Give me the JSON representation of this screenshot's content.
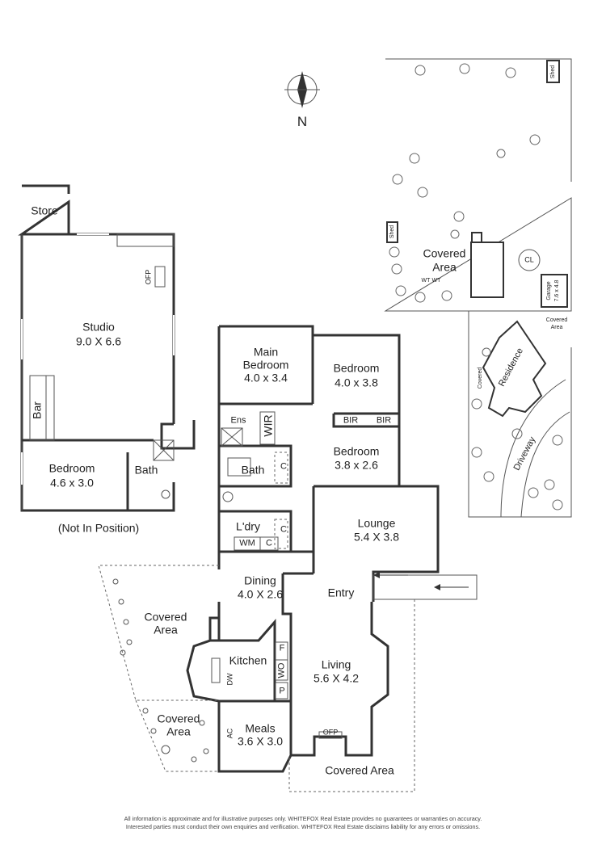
{
  "compass": {
    "label": "N"
  },
  "studio": {
    "store": "Store",
    "studio_name": "Studio",
    "studio_dim": "9.0 X 6.6",
    "ofp": "OFP",
    "bar": "Bar",
    "bedroom_name": "Bedroom",
    "bedroom_dim": "4.6 x 3.0",
    "bath": "Bath",
    "not_in_position": "(Not In Position)"
  },
  "house": {
    "main_bedroom_name": "Main\nBedroom",
    "main_bedroom_dim": "4.0 x 3.4",
    "bedroom2_name": "Bedroom",
    "bedroom2_dim": "4.0 x 3.8",
    "bedroom3_name": "Bedroom",
    "bedroom3_dim": "3.8 x 2.6",
    "ens": "Ens",
    "wir": "WIR",
    "bir1": "BIR",
    "bir2": "BIR",
    "bath": "Bath",
    "c1": "C",
    "c2": "C",
    "c3": "C",
    "laundry": "L'dry",
    "wm": "WM",
    "lounge_name": "Lounge",
    "lounge_dim": "5.4 X 3.8",
    "dining_name": "Dining",
    "dining_dim": "4.0 X 2.6",
    "entry": "Entry",
    "kitchen": "Kitchen",
    "dw": "DW",
    "f": "F",
    "wo": "WO",
    "p": "P",
    "living_name": "Living",
    "living_dim": "5.6 X 4.2",
    "ofp": "OFP",
    "meals_name": "Meals",
    "meals_dim": "3.6 X 3.0",
    "ac": "AC",
    "covered1_a": "Covered",
    "covered1_b": "Area",
    "covered2_a": "Covered",
    "covered2_b": "Area",
    "covered3": "Covered Area"
  },
  "site": {
    "shed1": "Shed",
    "shed2": "Shed",
    "covered_a": "Covered",
    "covered_b": "Area",
    "wt1": "WT",
    "wt2": "WT",
    "cl": "CL",
    "garage_a": "Garage",
    "garage_b": "7.6 x 4.8",
    "covered_area_small_a": "Covered",
    "covered_area_small_b": "Area",
    "covered_small": "Covered",
    "residence": "Residence",
    "driveway": "Driveway"
  },
  "disclaimer": {
    "line1": "All information is approximate and for illustrative purposes only. WHITEFOX Real Estate provides no guarantees or warranties on accuracy.",
    "line2": "Interested parties must conduct their own enquiries and verification. WHITEFOX Real Estate disclaims liability for any errors or omissions."
  }
}
